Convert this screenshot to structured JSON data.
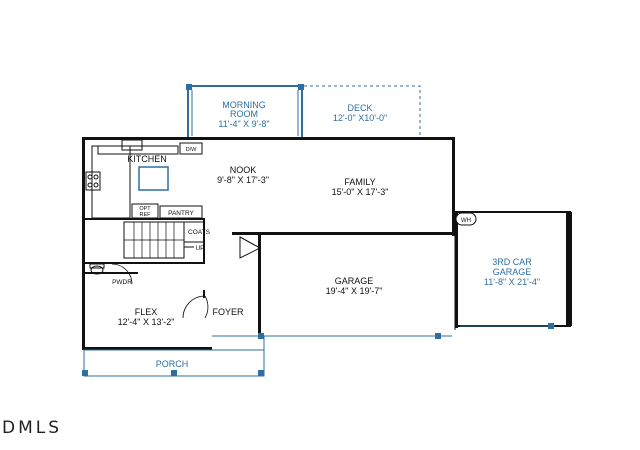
{
  "watermark": "DMLS",
  "rooms": {
    "morning_room": {
      "name_line1": "MORNING",
      "name_line2": "ROOM",
      "size": "11'-4\" X 9'-8\""
    },
    "deck": {
      "name": "DECK",
      "size": "12'-0\" X10'-0\""
    },
    "kitchen": {
      "name": "KITCHEN"
    },
    "nook": {
      "name": "NOOK",
      "size": "9'-8\" X 17'-3\""
    },
    "family": {
      "name": "FAMILY",
      "size": "15'-0\" X 17'-3\""
    },
    "garage": {
      "name": "GARAGE",
      "size": "19'-4\" X 19'-7\""
    },
    "third_car_garage": {
      "name_line1": "3RD CAR",
      "name_line2": "GARAGE",
      "size": "11'-8\" X 21'-4\""
    },
    "flex": {
      "name": "FLEX",
      "size": "12'-4\" X 13'-2\""
    },
    "foyer": {
      "name": "FOYER"
    },
    "porch": {
      "name": "PORCH"
    }
  },
  "fixtures": {
    "dishwasher": "D/W",
    "opt_ref_line1": "OPT",
    "opt_ref_line2": "REF",
    "pantry": "PANTRY",
    "coats": "COATS",
    "stair_up": "UP",
    "powder": "PWDR",
    "water_heater": "WH"
  },
  "colors": {
    "label_blue": "#2e6fa0",
    "wall": "#111111",
    "background": "#ffffff"
  }
}
